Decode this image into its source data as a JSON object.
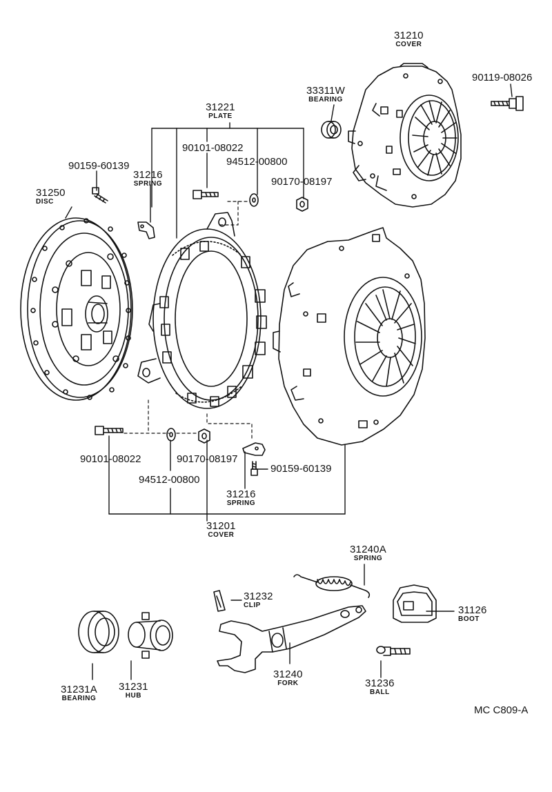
{
  "parts": {
    "cover_31210": {
      "number": "31210",
      "name": "COVER"
    },
    "bolt_90119": {
      "number": "90119-08026"
    },
    "bearing_33311w": {
      "number": "33311W",
      "name": "BEARING"
    },
    "plate_31221": {
      "number": "31221",
      "name": "PLATE"
    },
    "bolt_90101_top": {
      "number": "90101-08022"
    },
    "washer_94512_top": {
      "number": "94512-00800"
    },
    "nut_90170_top": {
      "number": "90170-08197"
    },
    "bolt_90159_top": {
      "number": "90159-60139"
    },
    "spring_31216_top": {
      "number": "31216",
      "name": "SPRING"
    },
    "disc_31250": {
      "number": "31250",
      "name": "DISC"
    },
    "bolt_90101_bottom": {
      "number": "90101-08022"
    },
    "nut_90170_bottom": {
      "number": "90170-08197"
    },
    "bolt_90159_bottom": {
      "number": "90159-60139"
    },
    "washer_94512_bottom": {
      "number": "94512-00800"
    },
    "spring_31216_bottom": {
      "number": "31216",
      "name": "SPRING"
    },
    "cover_31201": {
      "number": "31201",
      "name": "COVER"
    },
    "spring_31240a": {
      "number": "31240A",
      "name": "SPRING"
    },
    "clip_31232": {
      "number": "31232",
      "name": "CLIP"
    },
    "boot_31126": {
      "number": "31126",
      "name": "BOOT"
    },
    "fork_31240": {
      "number": "31240",
      "name": "FORK"
    },
    "ball_31236": {
      "number": "31236",
      "name": "BALL"
    },
    "bearing_31231a": {
      "number": "31231A",
      "name": "BEARING"
    },
    "hub_31231": {
      "number": "31231",
      "name": "HUB"
    }
  },
  "diagram_code": "MC C809-A"
}
